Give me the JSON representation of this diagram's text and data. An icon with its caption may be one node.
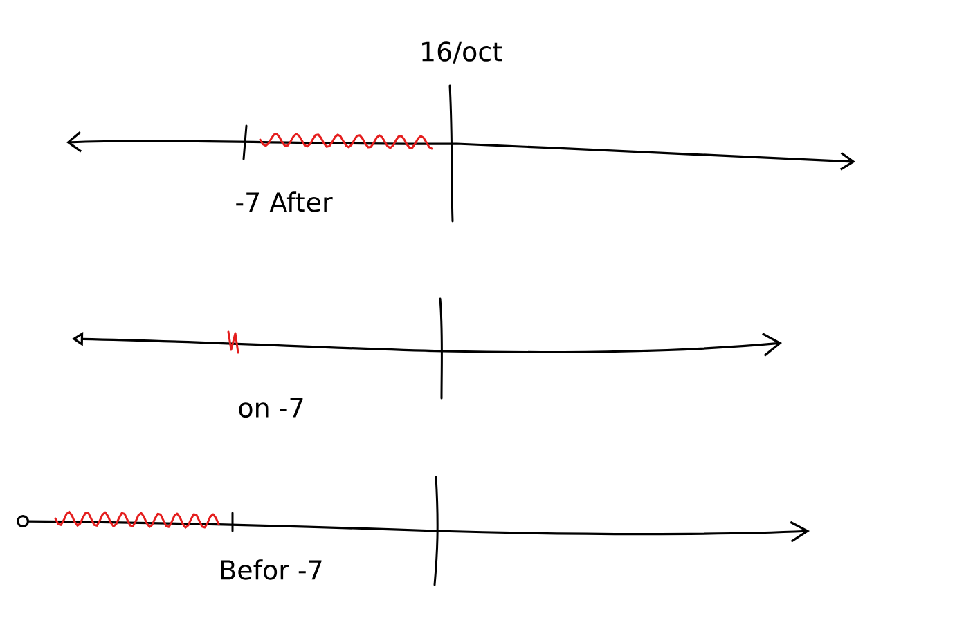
{
  "diagram": {
    "labels": [
      "16/oct",
      "-7 After",
      "on -7",
      "Befor -7"
    ]
  }
}
